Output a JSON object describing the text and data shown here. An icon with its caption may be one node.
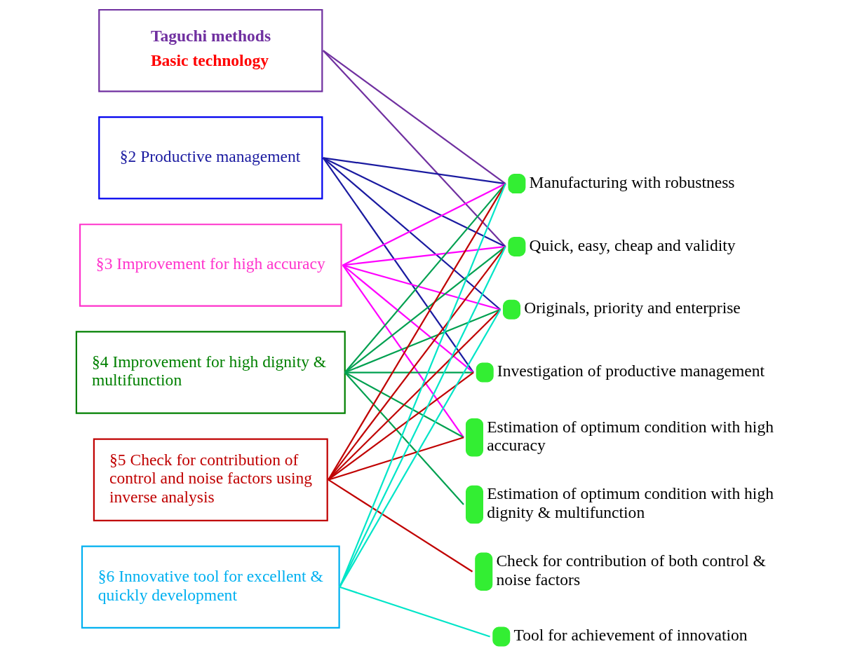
{
  "diagram": {
    "nodes": [
      {
        "text": [
          "Taguchi methods",
          "Basic technology"
        ]
      },
      {
        "text": [
          "§2 Productive management"
        ]
      },
      {
        "text": [
          "§3 Improvement for high accuracy"
        ]
      },
      {
        "text": [
          "§4 Improvement for high dignity & multifunction"
        ]
      },
      {
        "text": [
          "§5 Check for contribution of control and noise factors using inverse analysis"
        ]
      },
      {
        "text": [
          "§6 Innovative tool for excellent & quickly development"
        ]
      },
      {
        "text": [
          "Manufacturing with robustness"
        ]
      },
      {
        "text": [
          "Quick, easy, cheap and validity"
        ]
      },
      {
        "text": [
          "Originals, priority and enterprise"
        ]
      },
      {
        "text": [
          "Investigation of productive management"
        ]
      },
      {
        "text": [
          "Estimation of optimum condition with high accuracy"
        ]
      },
      {
        "text": [
          "Estimation of optimum condition with high dignity & multifunction"
        ]
      },
      {
        "text": [
          "Check for contribution of both control & noise factors"
        ]
      },
      {
        "text": [
          "Tool for achievement of innovation"
        ]
      }
    ],
    "edges": [
      {
        "from": 0,
        "to": 6,
        "arrow": "none",
        "color": "#7030a0"
      },
      {
        "from": 0,
        "to": 7,
        "arrow": "none",
        "color": "#7030a0"
      },
      {
        "from": 1,
        "to": 6,
        "arrow": "none",
        "color": "#1a1aa0"
      },
      {
        "from": 1,
        "to": 7,
        "arrow": "none",
        "color": "#1a1aa0"
      },
      {
        "from": 1,
        "to": 8,
        "arrow": "none",
        "color": "#1a1aa0"
      },
      {
        "from": 1,
        "to": 9,
        "arrow": "none",
        "color": "#1a1aa0"
      },
      {
        "from": 2,
        "to": 6,
        "arrow": "none",
        "color": "#ff00ff"
      },
      {
        "from": 2,
        "to": 7,
        "arrow": "none",
        "color": "#ff00ff"
      },
      {
        "from": 2,
        "to": 8,
        "arrow": "none",
        "color": "#ff00ff"
      },
      {
        "from": 2,
        "to": 9,
        "arrow": "none",
        "color": "#ff00ff"
      },
      {
        "from": 2,
        "to": 10,
        "arrow": "none",
        "color": "#ff00ff"
      },
      {
        "from": 3,
        "to": 6,
        "arrow": "none",
        "color": "#00a050"
      },
      {
        "from": 3,
        "to": 7,
        "arrow": "none",
        "color": "#00a050"
      },
      {
        "from": 3,
        "to": 8,
        "arrow": "none",
        "color": "#00a050"
      },
      {
        "from": 3,
        "to": 9,
        "arrow": "none",
        "color": "#00a050"
      },
      {
        "from": 3,
        "to": 10,
        "arrow": "none",
        "color": "#00a050"
      },
      {
        "from": 3,
        "to": 11,
        "arrow": "none",
        "color": "#00a050"
      },
      {
        "from": 4,
        "to": 6,
        "arrow": "none",
        "color": "#c00000"
      },
      {
        "from": 4,
        "to": 7,
        "arrow": "none",
        "color": "#c00000"
      },
      {
        "from": 4,
        "to": 8,
        "arrow": "none",
        "color": "#c00000"
      },
      {
        "from": 4,
        "to": 9,
        "arrow": "none",
        "color": "#c00000"
      },
      {
        "from": 4,
        "to": 10,
        "arrow": "none",
        "color": "#c00000"
      },
      {
        "from": 4,
        "to": 12,
        "arrow": "none",
        "color": "#c00000"
      },
      {
        "from": 5,
        "to": 6,
        "arrow": "none",
        "color": "#00e5c8"
      },
      {
        "from": 5,
        "to": 7,
        "arrow": "none",
        "color": "#00e5c8"
      },
      {
        "from": 5,
        "to": 8,
        "arrow": "none",
        "color": "#00e5c8"
      },
      {
        "from": 5,
        "to": 13,
        "arrow": "none",
        "color": "#00e5c8"
      }
    ]
  }
}
